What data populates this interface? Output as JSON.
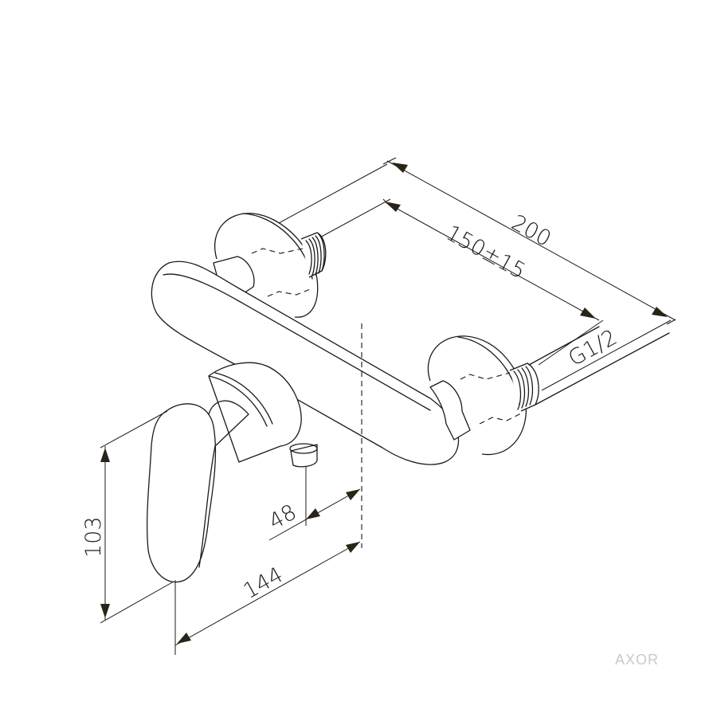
{
  "drawing": {
    "subject": "Single-lever wall-mounted shower mixer, isometric dimension drawing",
    "line_color": "#1a1a1a",
    "background": "#ffffff"
  },
  "dimensions": {
    "overall_width": "200",
    "connection_spacing": "150±15",
    "thread": "G1/2",
    "height": "103",
    "depth": "144",
    "outlet_offset": "48"
  },
  "brand": {
    "logo_text": "AXOR",
    "color": "#c9c9c9"
  }
}
